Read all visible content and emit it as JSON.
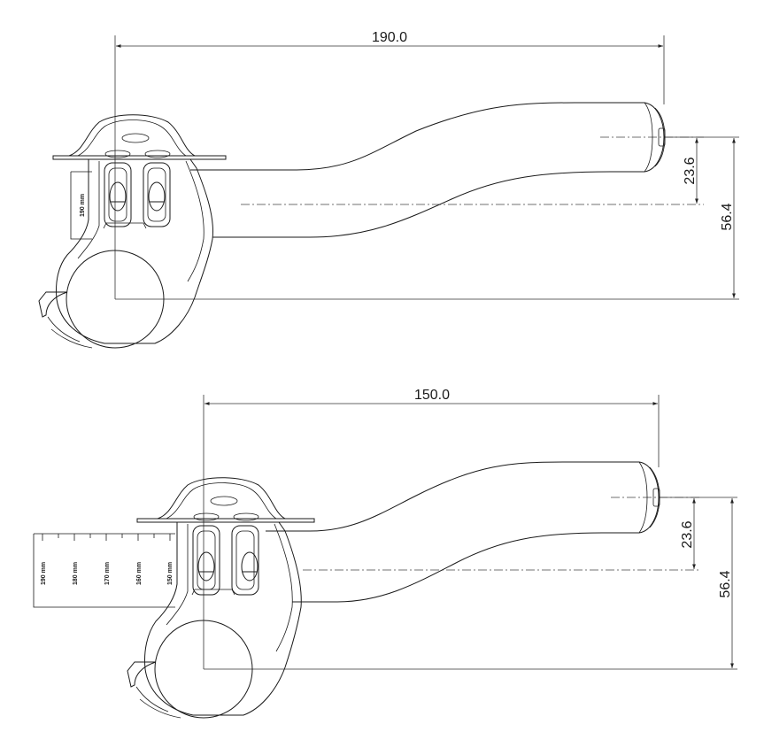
{
  "top_view": {
    "length_label": "190.0",
    "rise_label": "23.6",
    "height_label": "56.4",
    "scale_label": "190 mm"
  },
  "bottom_view": {
    "length_label": "150.0",
    "rise_label": "23.6",
    "height_label": "56.4",
    "scale_labels": [
      "190 mm",
      "180 mm",
      "170 mm",
      "160 mm",
      "150 mm"
    ]
  }
}
